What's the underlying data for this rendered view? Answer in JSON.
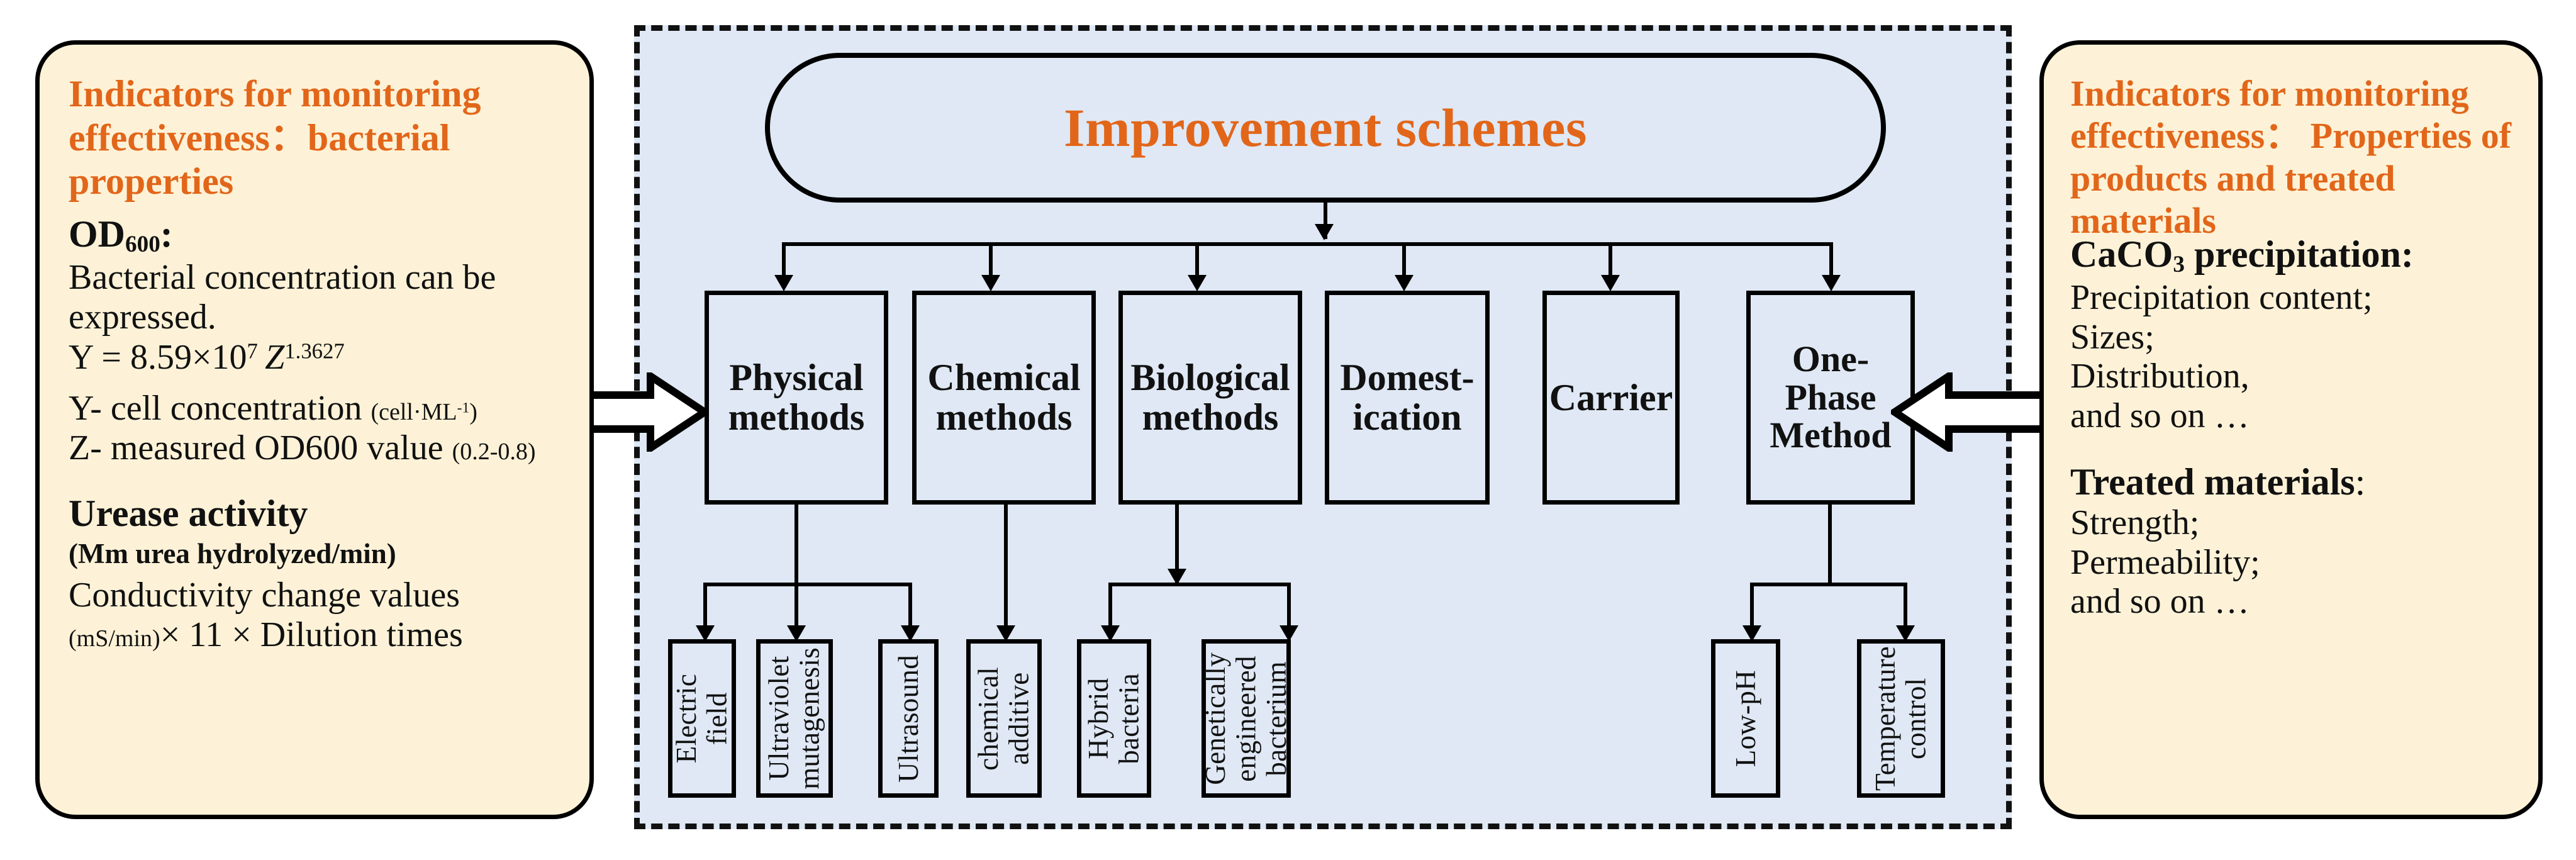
{
  "colors": {
    "accent_orange": "#E2661A",
    "panel_cream": "#FDF2D7",
    "center_blue": "#DFE8F4",
    "outline_black": "#000000"
  },
  "left_panel": {
    "heading": "Indicators for monitoring effectiveness：bacterial properties",
    "sections": [
      {
        "title_main": "OD",
        "title_sub": "600",
        "title_tail": ":",
        "lines": [
          "Bacterial concentration can be",
          "expressed."
        ],
        "formula": {
          "lhs": "Y = 8.59",
          "times": "×10",
          "exp1": "7",
          "var": "Z",
          "exp2": "1.3627"
        },
        "defs": [
          {
            "text": "Y- cell concentration ",
            "unit": "(cell·ML",
            "unit_sup": "-1",
            "unit_tail": ")"
          },
          {
            "text": "Z- measured OD600 value ",
            "unit": "(0.2-0.8)",
            "unit_sup": "",
            "unit_tail": ""
          }
        ]
      },
      {
        "title_main": "Urease activity",
        "lines_small": [
          "(Mm urea hydrolyzed/min)"
        ],
        "lines": [
          " Conductivity change values"
        ],
        "last_line": {
          "unit": "(mS/min)",
          "rest": "× 11 × Dilution times"
        }
      }
    ]
  },
  "right_panel": {
    "heading": "Indicators for monitoring effectiveness： Properties of products and treated materials",
    "sections": [
      {
        "title_main": "CaCO",
        "title_sub": "3",
        "title_tail": " precipitation:",
        "lines": [
          "Precipitation content;",
          "Sizes;",
          "Distribution,",
          "and so on …"
        ]
      },
      {
        "title_main": "Treated materials",
        "title_tail": ":",
        "lines": [
          "Strength;",
          "Permeability;",
          "and so on …"
        ]
      }
    ]
  },
  "center": {
    "title": "Improvement schemes",
    "methods": [
      {
        "id": "physical",
        "label": "Physical\nmethods"
      },
      {
        "id": "chemical",
        "label": "Chemical\nmethods"
      },
      {
        "id": "biological",
        "label": "Biological\nmethods"
      },
      {
        "id": "domestication",
        "label": "Domest-\nication"
      },
      {
        "id": "carrier",
        "label": "Carrier"
      },
      {
        "id": "one-phase",
        "label": "One-\nPhase\nMethod"
      }
    ],
    "sub_methods": [
      {
        "id": "electric-field",
        "parent": "physical",
        "label": "Electric\nfield"
      },
      {
        "id": "ultraviolet-mutagenesis",
        "parent": "physical",
        "label": "Ultraviolet\nmutagenesis"
      },
      {
        "id": "ultrasound",
        "parent": "physical",
        "label": "Ultrasound"
      },
      {
        "id": "chemical-additive",
        "parent": "chemical",
        "label": "chemical\nadditive"
      },
      {
        "id": "hybrid-bacteria",
        "parent": "biological",
        "label": "Hybrid\nbacteria"
      },
      {
        "id": "genetically-engineered-bacterium",
        "parent": "biological",
        "label": "Genetically\nengineered\nbacterium"
      },
      {
        "id": "low-ph",
        "parent": "one-phase",
        "label": "Low-pH"
      },
      {
        "id": "temperature-control",
        "parent": "one-phase",
        "label": "Temperature\ncontrol"
      }
    ]
  }
}
